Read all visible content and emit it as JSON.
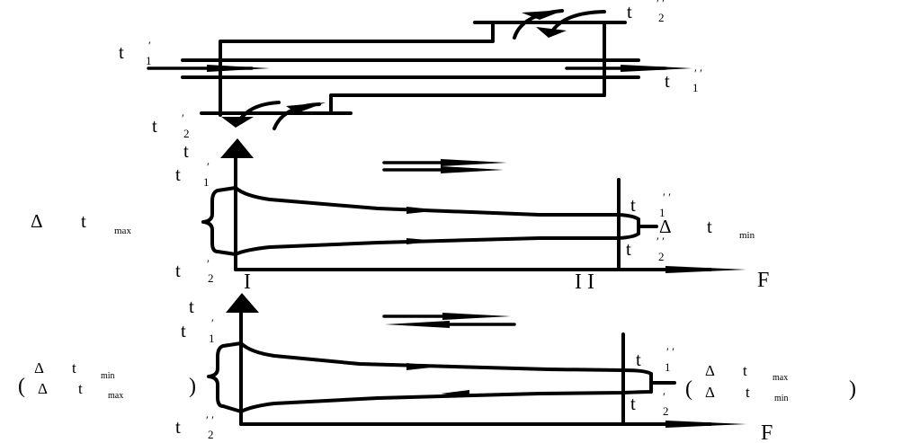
{
  "labels": {
    "t": "t",
    "one": "1",
    "two": "2",
    "prime": "′",
    "dprime": "′ ′",
    "delta": "Δ",
    "max": "max",
    "min": "min",
    "roman_one": "I",
    "roman_two": "I I",
    "flow": "F",
    "bracket_open": "(",
    "bracket_close": ")"
  }
}
